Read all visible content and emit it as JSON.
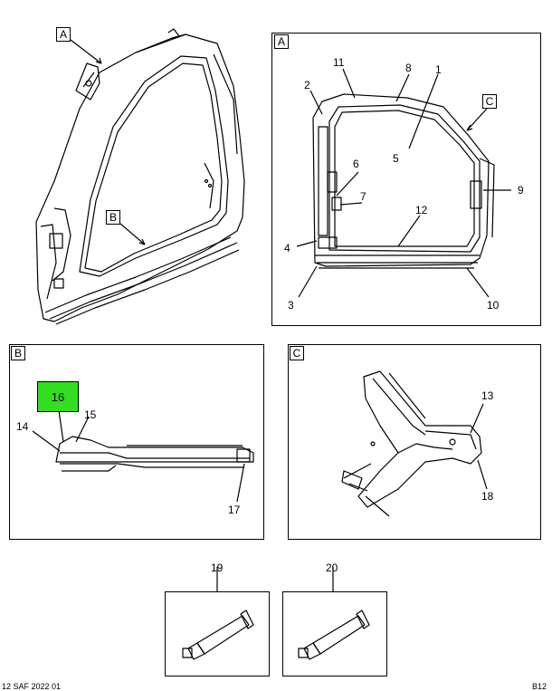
{
  "view_labels": {
    "a_main": "A",
    "b_main": "B",
    "a_panel": "A",
    "c_inset": "C",
    "b_panel": "B",
    "c_panel": "C"
  },
  "callouts": {
    "n1": "1",
    "n2": "2",
    "n3": "3",
    "n4": "4",
    "n5": "5",
    "n6": "6",
    "n7": "7",
    "n8": "8",
    "n9": "9",
    "n10": "10",
    "n11": "11",
    "n12": "12",
    "n13": "13",
    "n14": "14",
    "n15": "15",
    "n16": "16",
    "n17": "17",
    "n18": "18",
    "n19": "19",
    "n20": "20"
  },
  "highlight_color": "#33dd22",
  "footer": {
    "left": "12 SAF 2022 01",
    "right": "B12"
  }
}
